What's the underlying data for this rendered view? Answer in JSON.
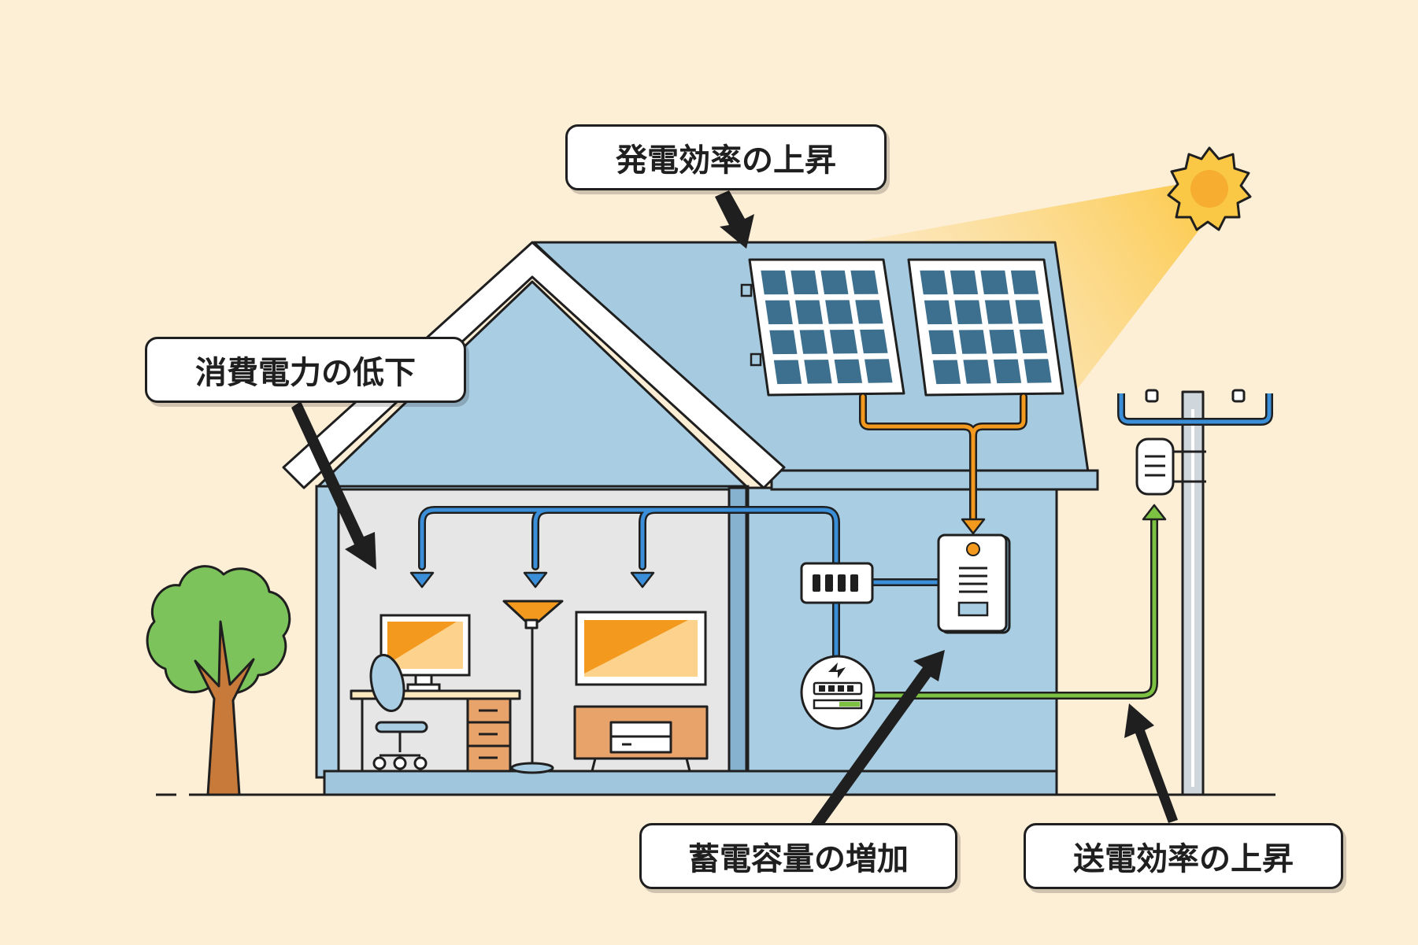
{
  "labels": {
    "generation_efficiency": "発電効率の上昇",
    "power_consumption": "消費電力の低下",
    "storage_capacity": "蓄電容量の増加",
    "transmission_efficiency": "送電効率の上昇"
  },
  "colors": {
    "background": "#fdeed6",
    "house": "#a9cde2",
    "roof": "#a6cbe0",
    "interior": "#e6e6e6",
    "solar_cell": "#3d6f8f",
    "solar_wire": "#f39a1e",
    "home_wire": "#3a8fd8",
    "grid_wire": "#7cc142",
    "tree": "#7dc35b",
    "sun": "#fbc845",
    "outline": "#1f1f1f"
  },
  "icons": [
    "sun-icon",
    "solar-panel-icon",
    "tree-icon",
    "utility-pole-icon",
    "power-conditioner-icon",
    "breaker-box-icon",
    "power-meter-icon",
    "monitor-icon",
    "tv-icon",
    "floor-lamp-icon",
    "chair-icon",
    "desk-icon",
    "tv-cabinet-icon"
  ]
}
